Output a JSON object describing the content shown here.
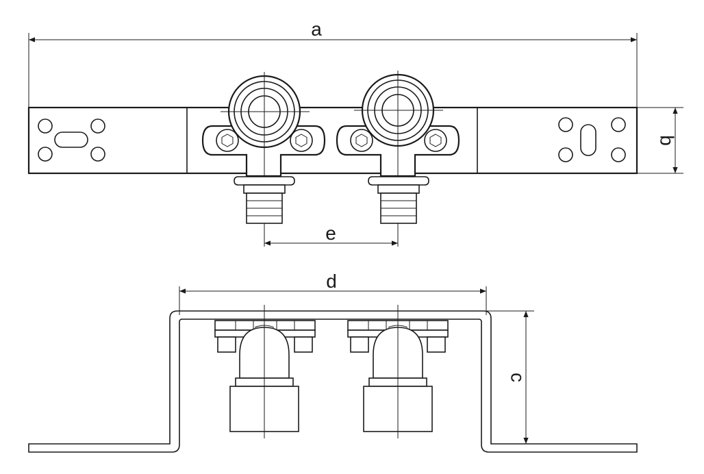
{
  "diagram": {
    "dimension_labels": {
      "a": "a",
      "b": "b",
      "c": "c",
      "d": "d",
      "e": "e"
    },
    "colors": {
      "line": "#1a1a1a",
      "background": "#ffffff"
    }
  }
}
